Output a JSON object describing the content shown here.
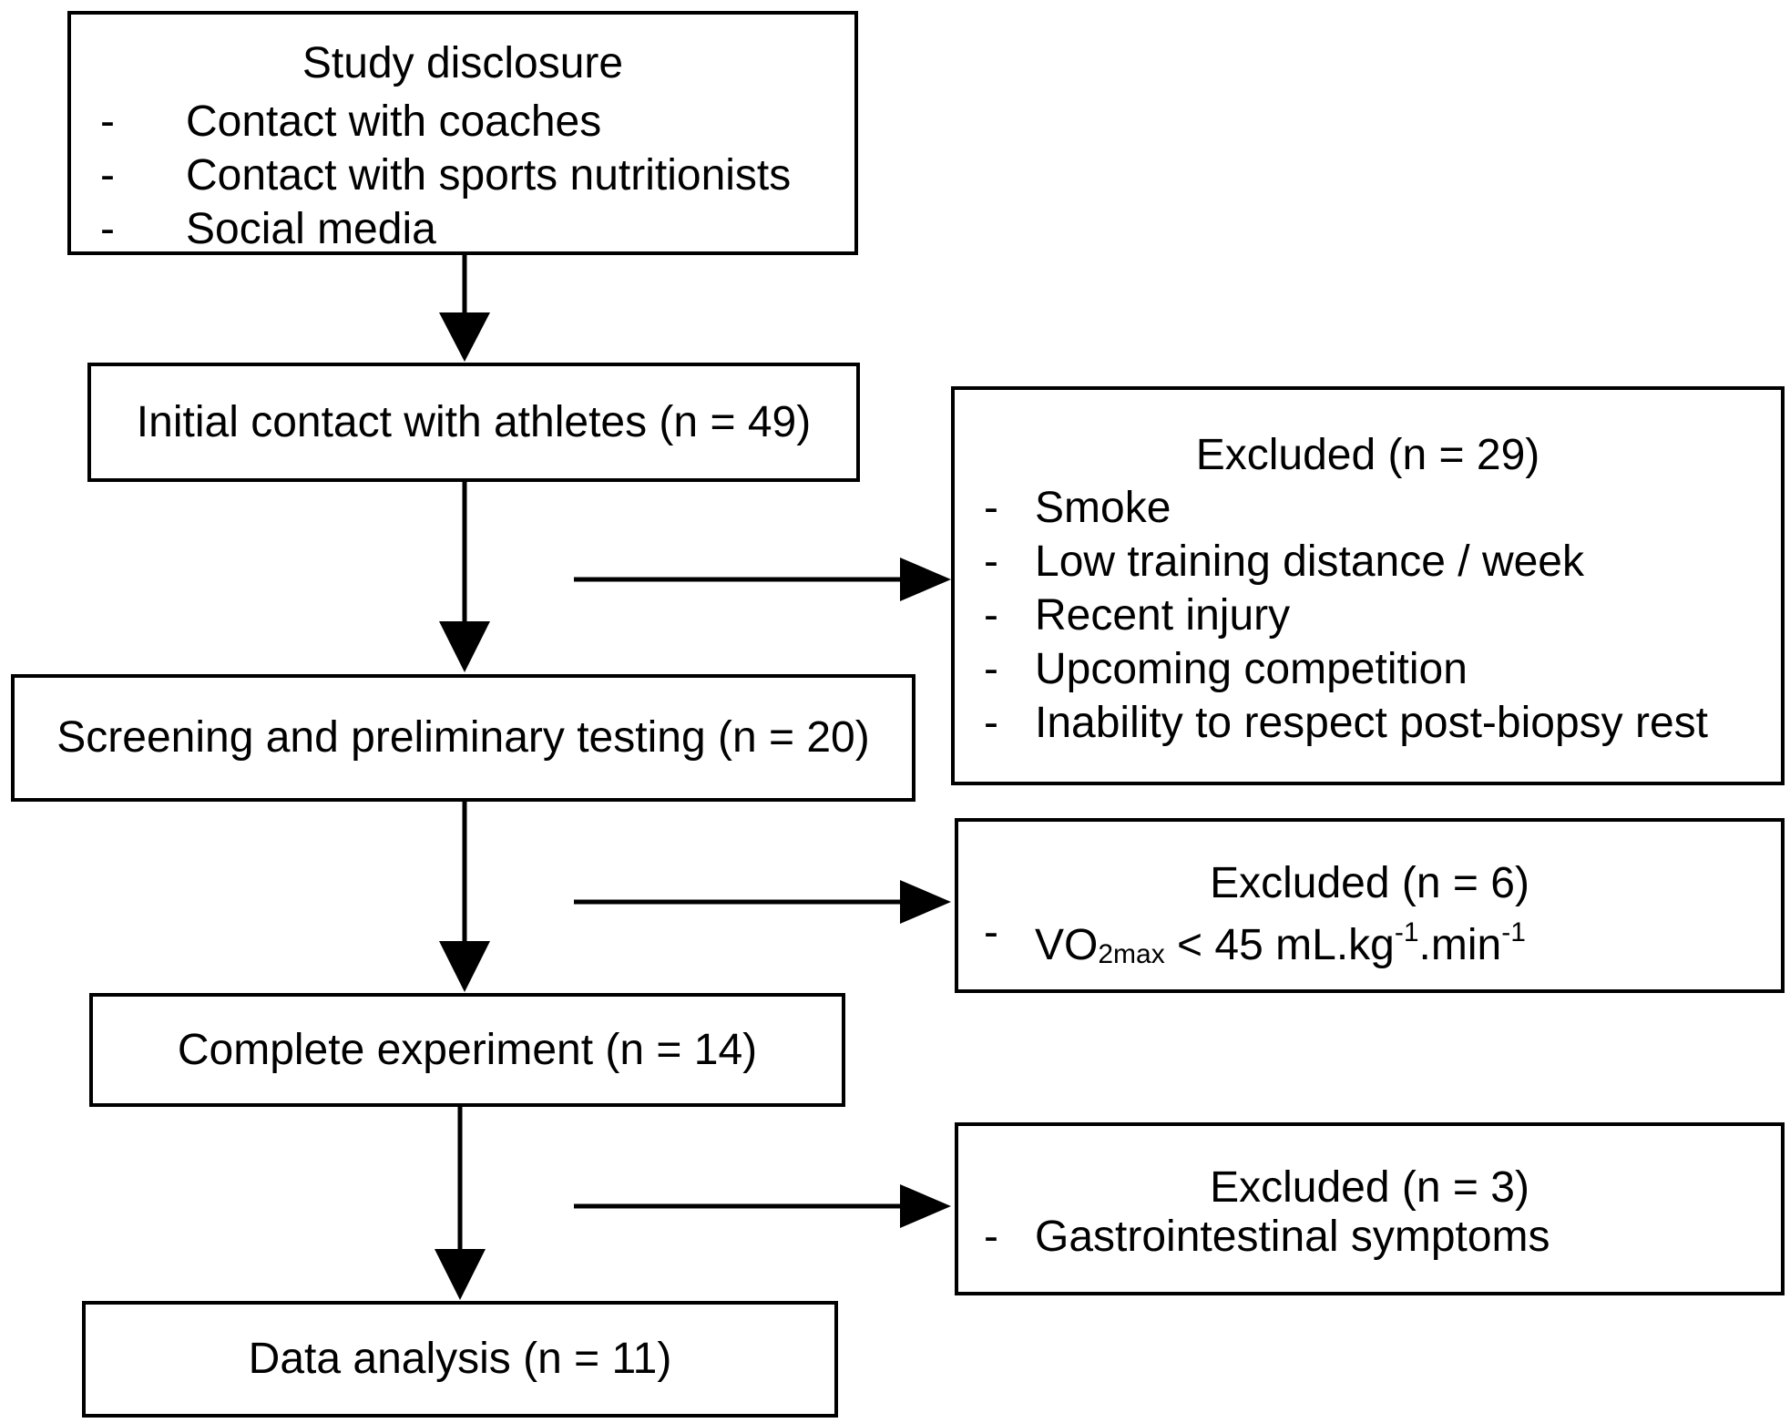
{
  "flowchart": {
    "study_disclosure": {
      "title": "Study disclosure",
      "items": [
        "Contact with coaches",
        "Contact with sports nutritionists",
        "Social media"
      ]
    },
    "initial_contact": {
      "label": "Initial contact with athletes (n = 49)"
    },
    "screening": {
      "label": "Screening and preliminary testing (n = 20)"
    },
    "complete_experiment": {
      "label": "Complete experiment (n = 14)"
    },
    "data_analysis": {
      "label": "Data analysis (n = 11)"
    },
    "excluded_1": {
      "title": "Excluded (n = 29)",
      "items": [
        "Smoke",
        "Low training distance / week",
        "Recent injury",
        "Upcoming competition",
        "Inability to respect post-biopsy rest"
      ]
    },
    "excluded_2": {
      "title": "Excluded (n = 6)",
      "item": {
        "base": "VO",
        "subscript": "2max",
        "middle": " < 45 mL.kg",
        "exp1": "-1",
        "unit2": ".min",
        "exp2": "-1"
      }
    },
    "excluded_3": {
      "title": "Excluded (n = 3)",
      "items": [
        "Gastrointestinal symptoms"
      ]
    },
    "bullet_symbol": "-"
  }
}
